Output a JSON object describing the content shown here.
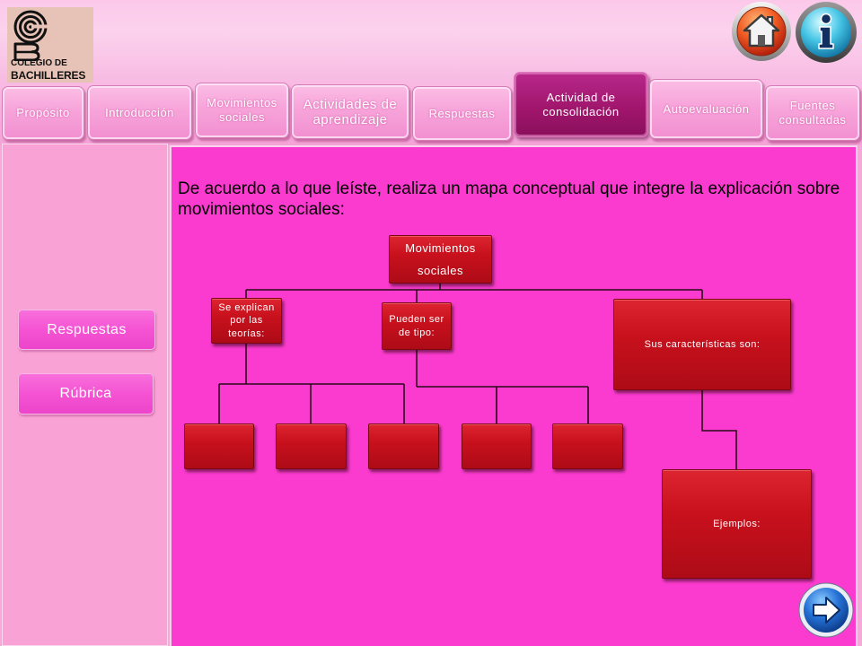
{
  "header": {
    "logo": {
      "line1": "COLEGIO DE",
      "line2": "BACHILLERES",
      "icon": "colegio-spiral-icon"
    },
    "home_button": {
      "icon": "home-icon"
    },
    "info_button": {
      "icon": "info-icon"
    }
  },
  "tabs": [
    {
      "label": "Propósito",
      "active": false
    },
    {
      "label": "Introducción",
      "active": false
    },
    {
      "label": "Movimientos sociales",
      "active": false
    },
    {
      "label": "Actividades de aprendizaje",
      "active": false
    },
    {
      "label": "Respuestas",
      "active": false
    },
    {
      "label": "Actividad de consolidación",
      "active": true
    },
    {
      "label": "Autoevaluación",
      "active": false
    },
    {
      "label": "Fuentes consultadas",
      "active": false
    }
  ],
  "sidebar": {
    "buttons": [
      {
        "label": "Respuestas"
      },
      {
        "label": "Rúbrica"
      }
    ]
  },
  "main": {
    "instruction": "De acuerdo a lo que leíste, realiza un mapa conceptual que integre la explicación sobre movimientos sociales:",
    "concept_map": {
      "root": "Movimientos sociales",
      "theories_label": "Se explican por las teorías:",
      "types_label": "Pueden ser de tipo:",
      "characteristics_label": "Sus características son:",
      "examples_label": "Ejemplos:"
    },
    "next_button": {
      "icon": "arrow-right-icon"
    }
  },
  "colors": {
    "header-top": "#fcc8ea",
    "header-bottom": "#f4a3d7",
    "tab-face": "#f7a4da",
    "tab-active": "#a1166d",
    "sidebar-bg": "#f9a2d5",
    "sidebar-button": "#f553d3",
    "panel-bg": "#fb3bcf",
    "map-box": "#c8111d",
    "connector": "#2a0b18",
    "instruction-text": "#000000"
  }
}
